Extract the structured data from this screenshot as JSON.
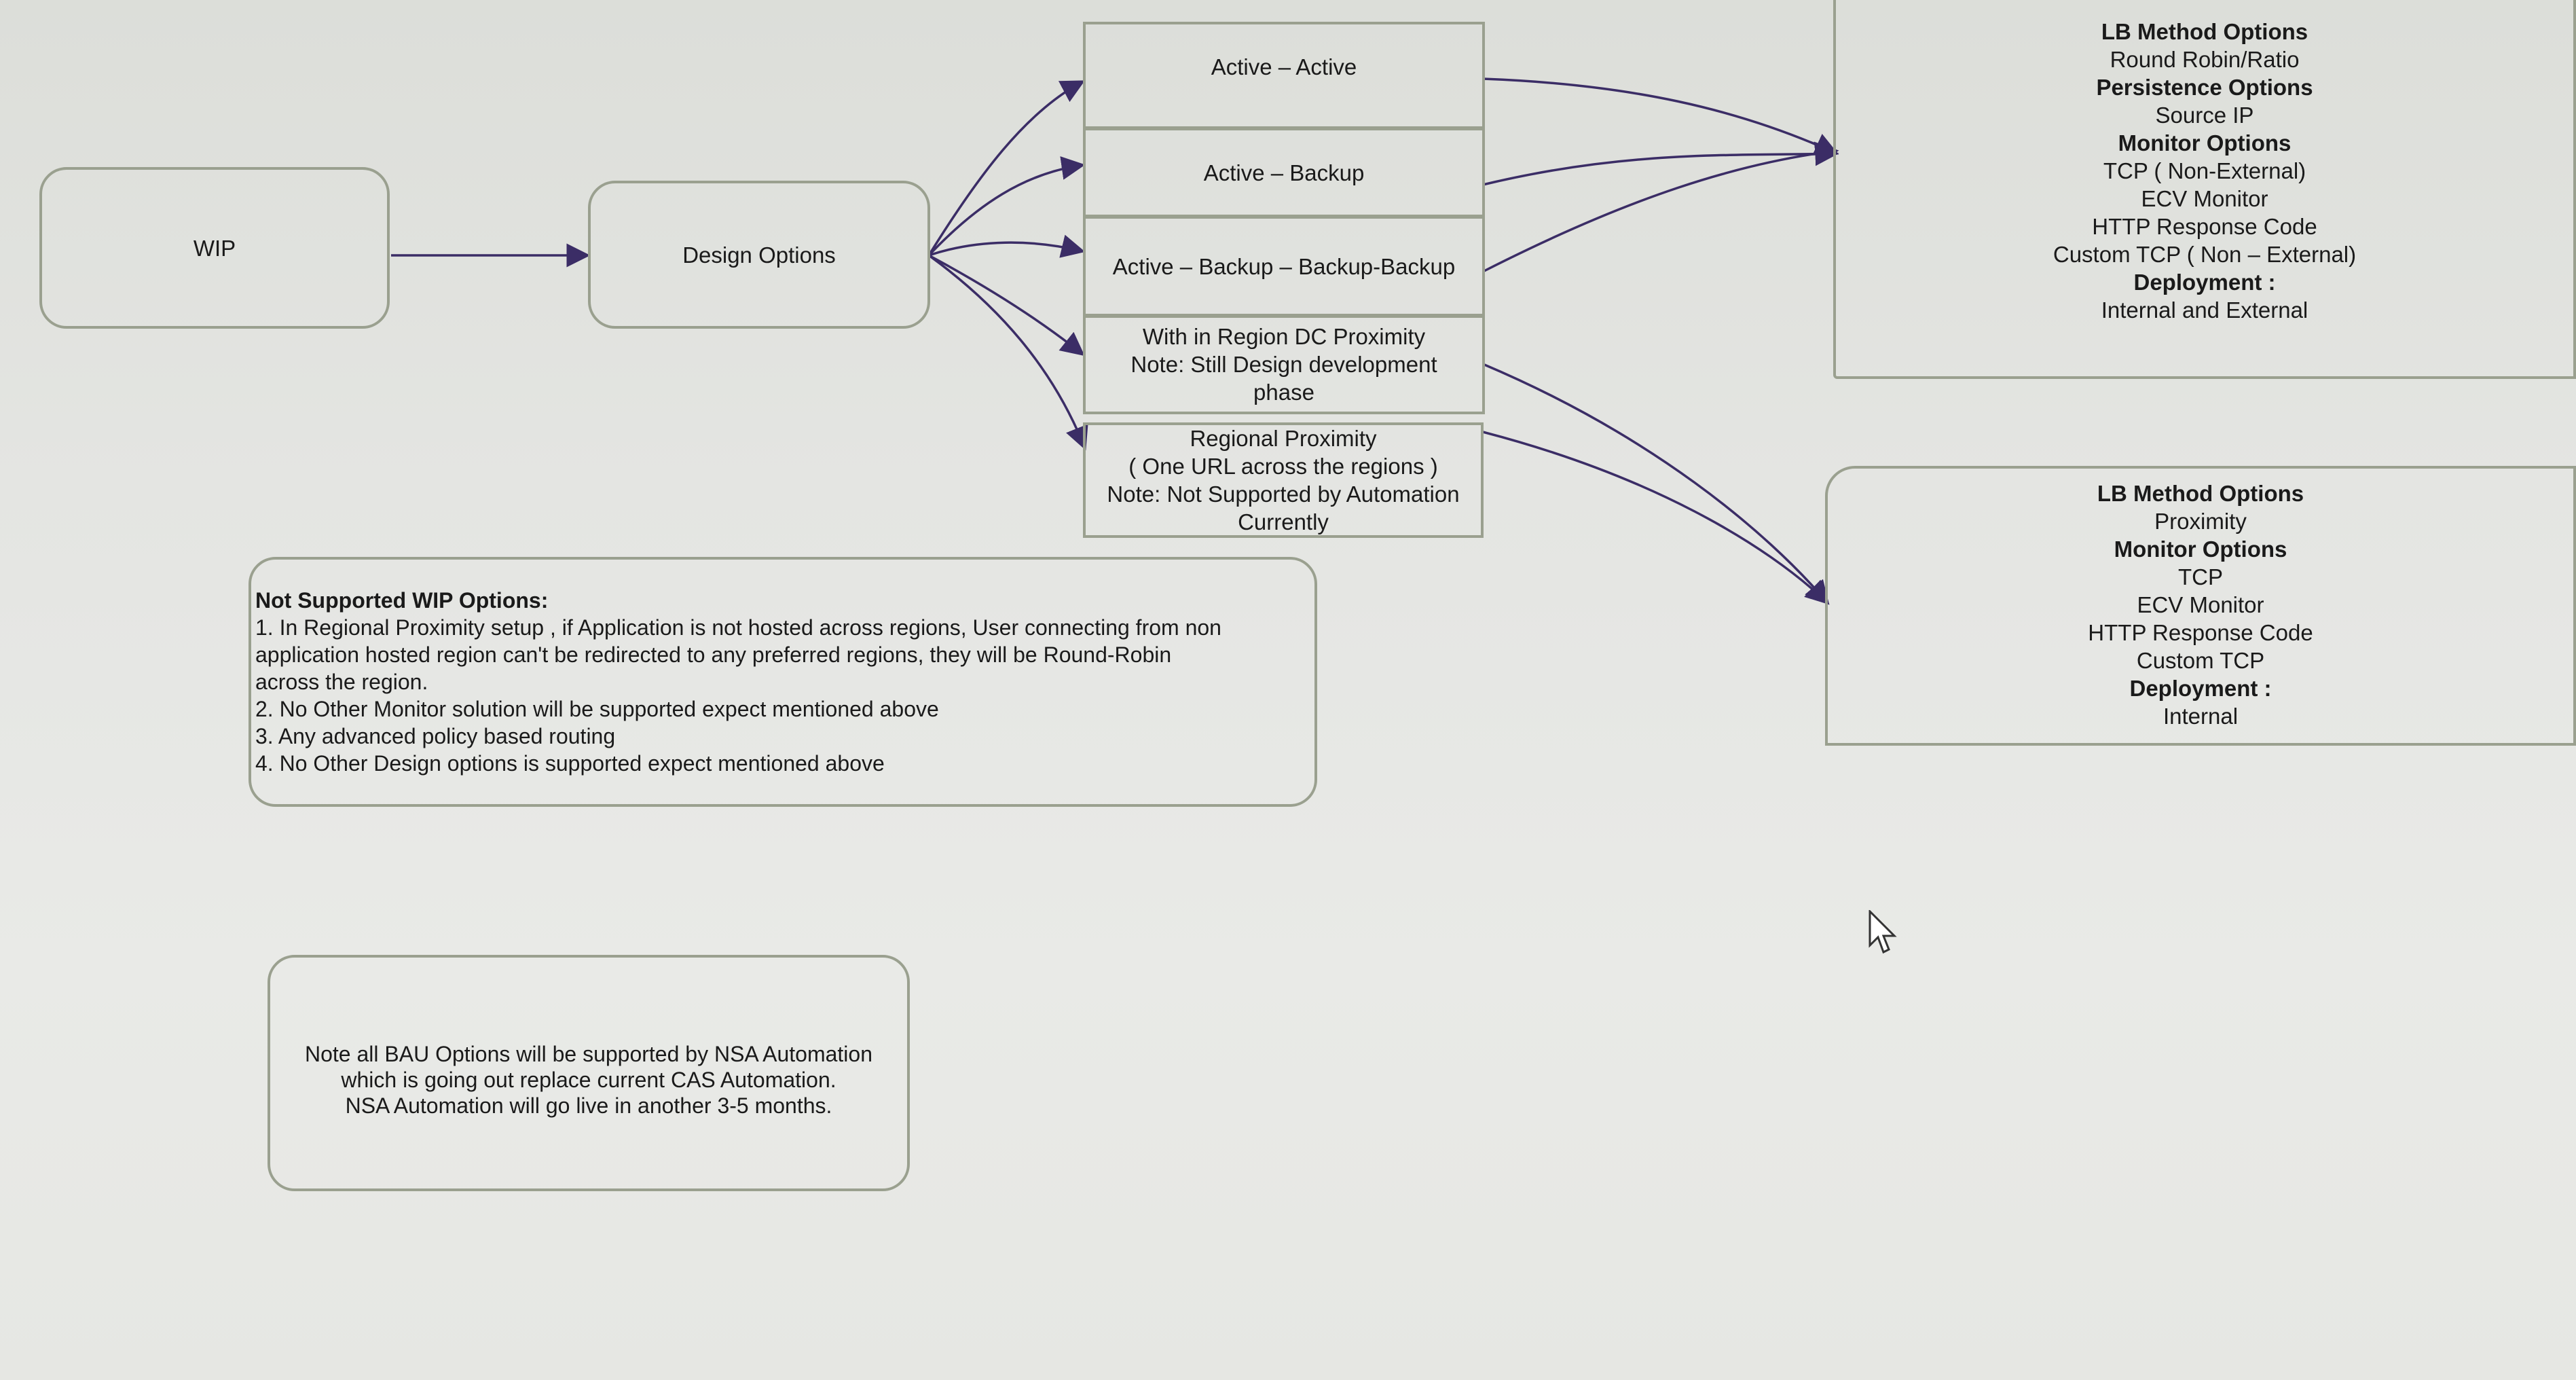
{
  "colors": {
    "arrow": "#3b2d66",
    "border": "#9aa08f"
  },
  "wip": {
    "label": "WIP"
  },
  "design_options": {
    "label": "Design Options"
  },
  "options": [
    {
      "lines": [
        "Active – Active"
      ]
    },
    {
      "lines": [
        "Active – Backup"
      ]
    },
    {
      "lines": [
        "Active – Backup – Backup-Backup"
      ]
    },
    {
      "lines": [
        "With in Region DC Proximity",
        "Note: Still Design development",
        "phase"
      ]
    },
    {
      "lines": [
        "Regional Proximity",
        "( One URL across the regions )",
        "Note: Not Supported by Automation",
        "Currently"
      ]
    }
  ],
  "panel_top": {
    "lines": [
      {
        "text": "LB Method Options",
        "bold": true
      },
      {
        "text": "Round Robin/Ratio",
        "bold": false
      },
      {
        "text": "Persistence Options",
        "bold": true
      },
      {
        "text": "Source IP",
        "bold": false
      },
      {
        "text": "Monitor Options",
        "bold": true
      },
      {
        "text": "TCP ( Non-External)",
        "bold": false
      },
      {
        "text": "ECV Monitor",
        "bold": false
      },
      {
        "text": "HTTP Response Code",
        "bold": false
      },
      {
        "text": "Custom TCP ( Non – External)",
        "bold": false
      },
      {
        "text": "Deployment :",
        "bold": true
      },
      {
        "text": "Internal and External",
        "bold": false
      }
    ]
  },
  "panel_bottom": {
    "lines": [
      {
        "text": "LB Method Options",
        "bold": true
      },
      {
        "text": "Proximity",
        "bold": false
      },
      {
        "text": "Monitor Options",
        "bold": true
      },
      {
        "text": "TCP",
        "bold": false
      },
      {
        "text": "ECV Monitor",
        "bold": false
      },
      {
        "text": "HTTP Response Code",
        "bold": false
      },
      {
        "text": "Custom TCP",
        "bold": false
      },
      {
        "text": "Deployment :",
        "bold": true
      },
      {
        "text": "Internal",
        "bold": false
      }
    ]
  },
  "not_supported": {
    "title": "Not Supported WIP Options:",
    "lines": [
      "1. In Regional Proximity setup , if Application is not hosted across regions, User connecting from non",
      "application hosted region can't be redirected to any preferred regions, they will be Round-Robin",
      "across the region.",
      "2. No Other Monitor solution will be supported expect mentioned above",
      "3. Any advanced policy based routing",
      "4. No Other Design options is supported expect mentioned above"
    ]
  },
  "bau_note": {
    "lines": [
      "Note all BAU Options will be supported by NSA Automation",
      "which is going out replace current CAS Automation.",
      "NSA Automation will go live in another 3-5 months."
    ]
  }
}
